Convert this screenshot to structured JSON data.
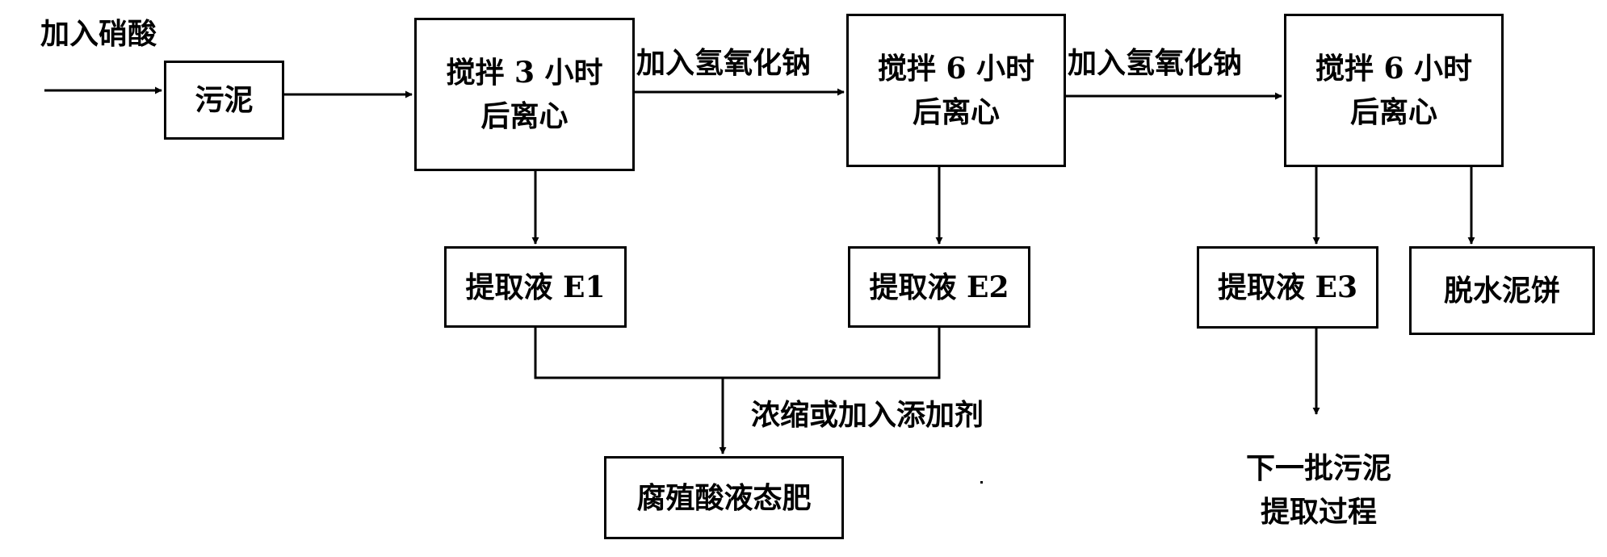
{
  "diagram": {
    "input_label": "加入硝酸",
    "sludge": "污泥",
    "stir1": "搅拌 3 小时\n后离心",
    "stir2": "搅拌 6 小时\n后离心",
    "stir3": "搅拌 6 小时\n后离心",
    "naoh_label_1": "加入氢氧化钠",
    "naoh_label_2": "加入氢氧化钠",
    "extract_e1": "提取液 E1",
    "extract_e2": "提取液 E2",
    "extract_e3": "提取液 E3",
    "dewatered_cake": "脱水泥饼",
    "concentrate_label": "浓缩或加入添加剂",
    "fertilizer": "腐殖酸液态肥",
    "next_batch": "下一批污泥\n提取过程"
  }
}
